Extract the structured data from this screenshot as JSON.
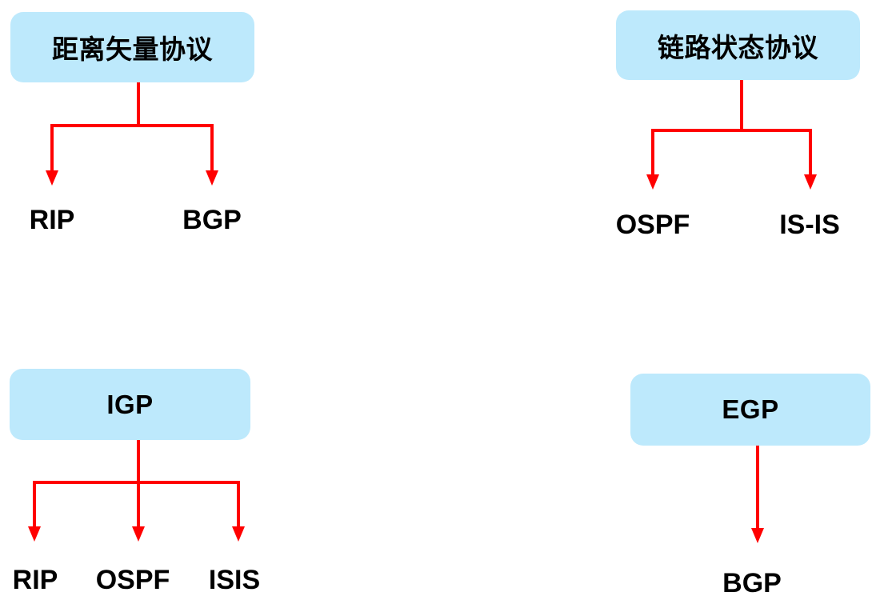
{
  "colors": {
    "box_fill": "#BDE9FC",
    "arrow_red": "#FF0000",
    "text": "#000000",
    "background": "#FFFFFF"
  },
  "groups": [
    {
      "box_label": "距离矢量协议",
      "children": [
        "RIP",
        "BGP"
      ]
    },
    {
      "box_label": "链路状态协议",
      "children": [
        "OSPF",
        "IS-IS"
      ]
    },
    {
      "box_label": "IGP",
      "children": [
        "RIP",
        "OSPF",
        "ISIS"
      ]
    },
    {
      "box_label": "EGP",
      "children": [
        "BGP"
      ]
    }
  ]
}
